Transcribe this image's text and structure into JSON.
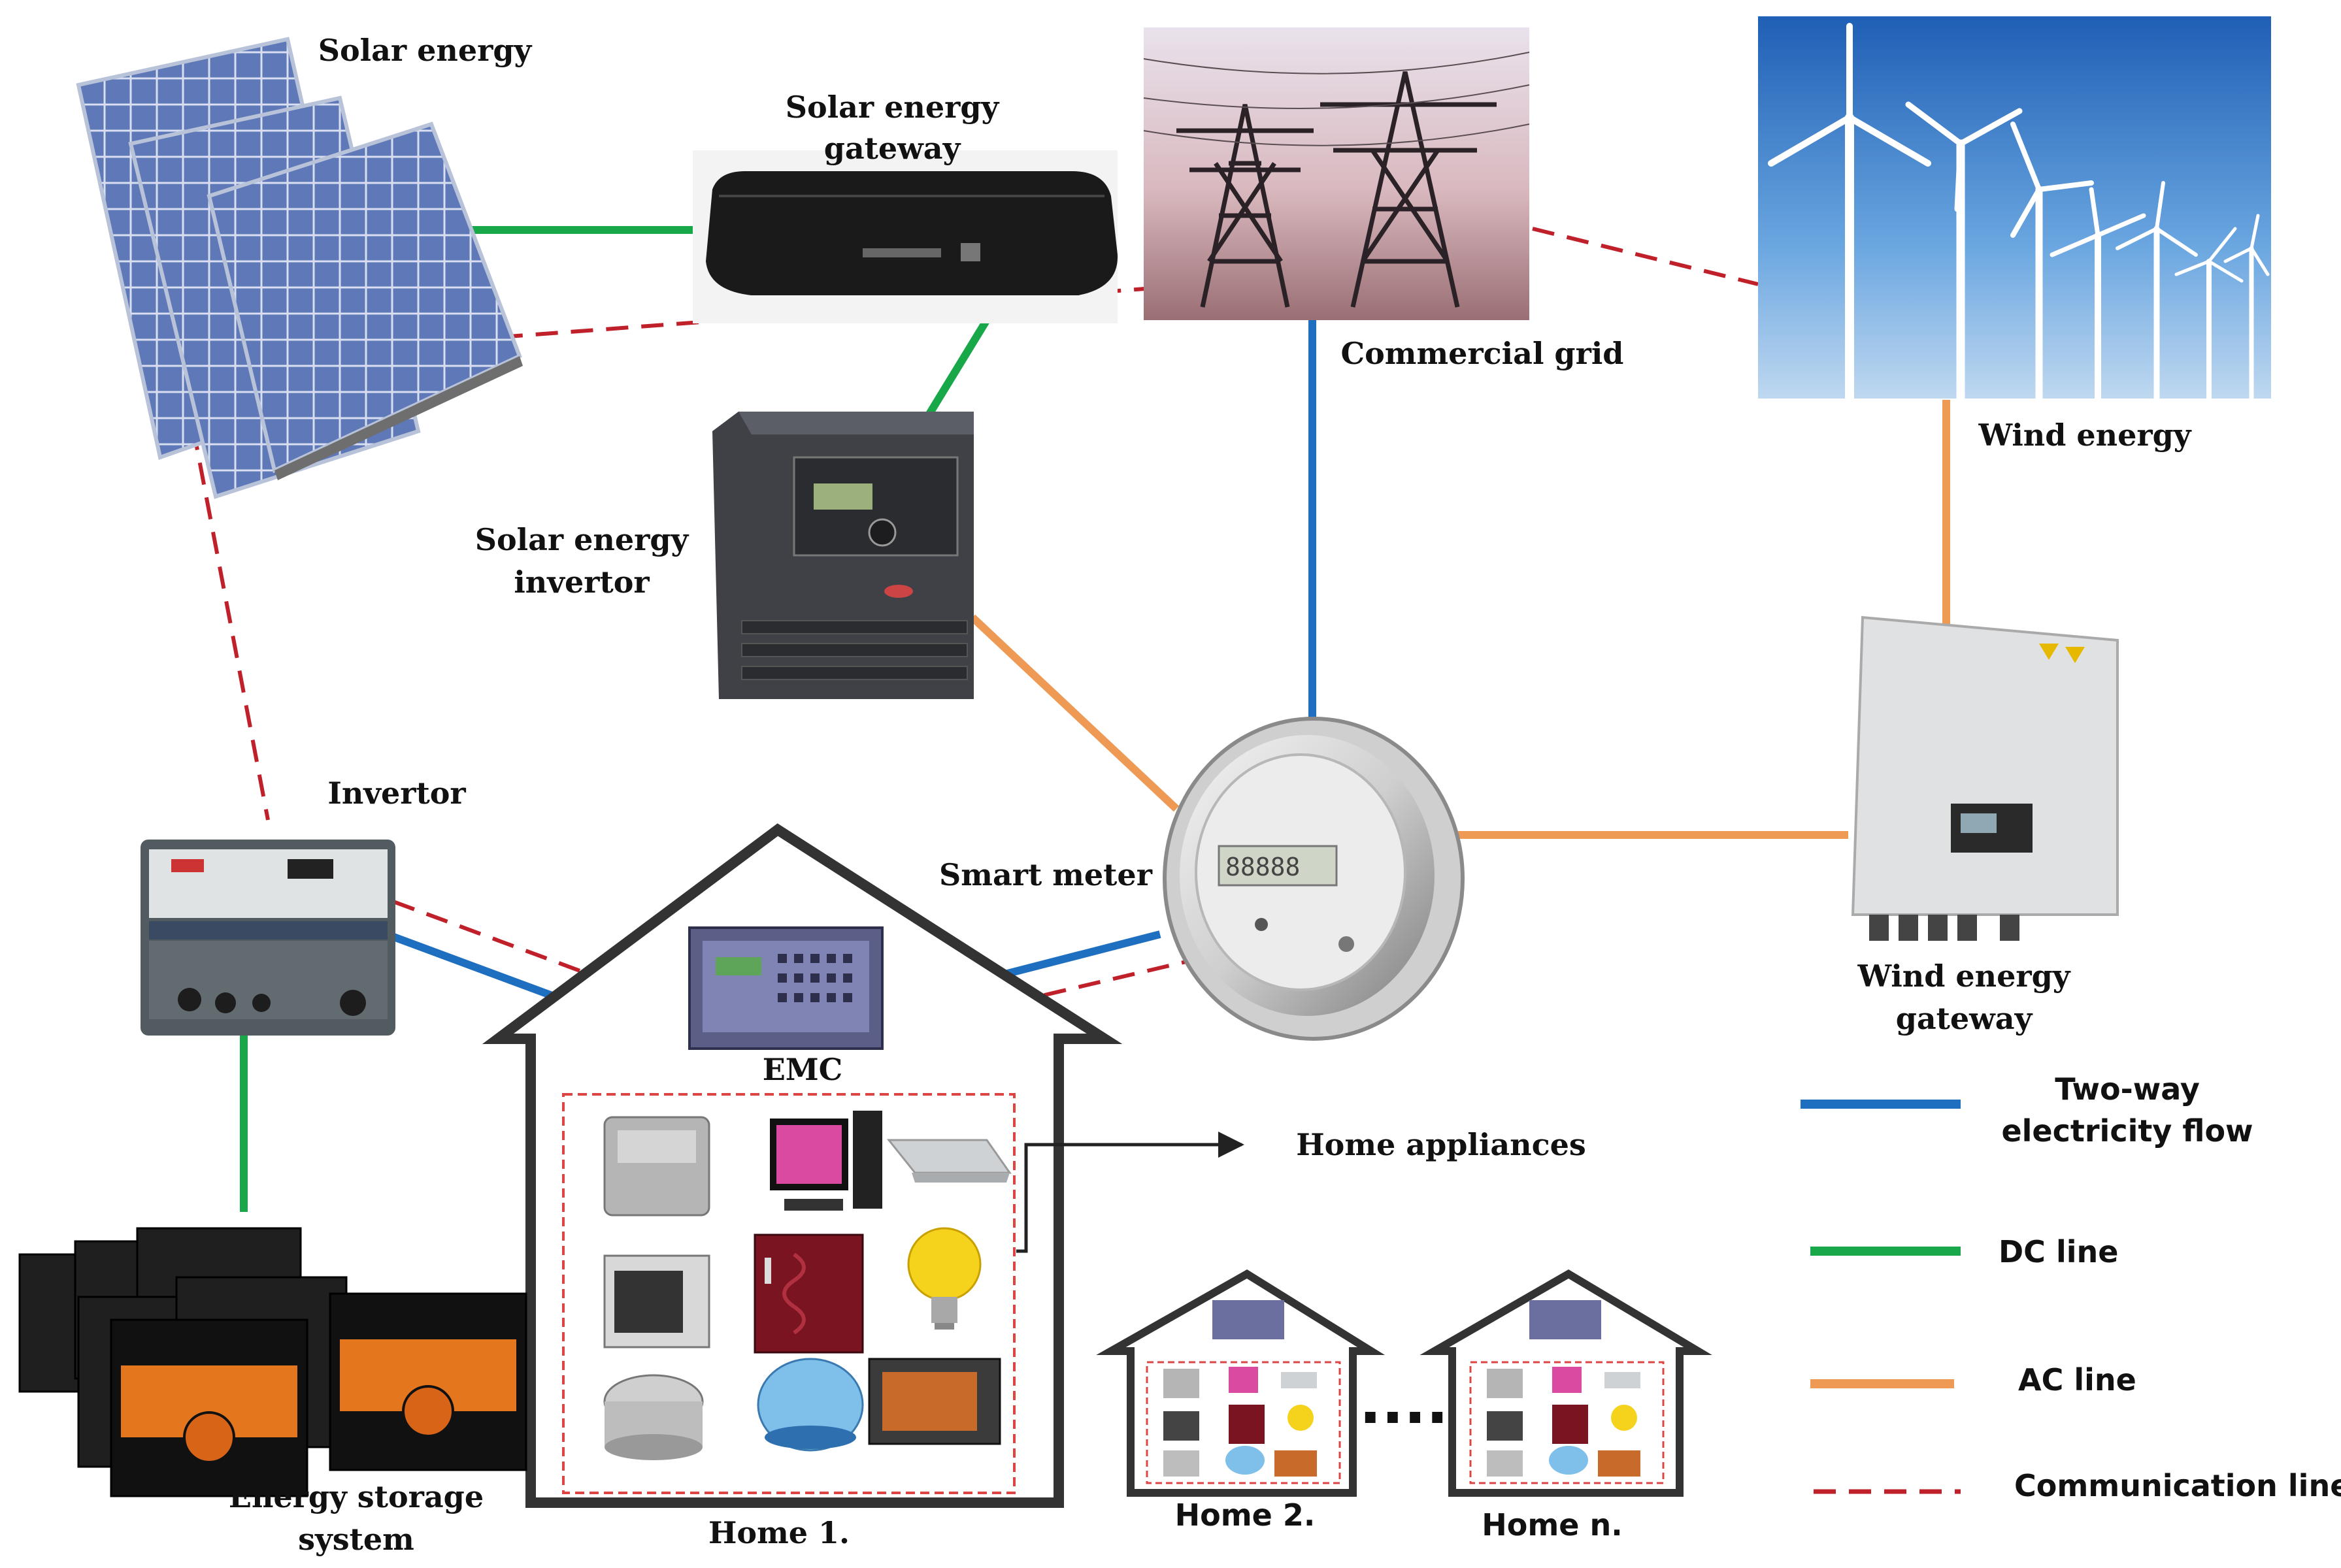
{
  "labels": {
    "solar_energy": "Solar energy",
    "solar_gateway_1": "Solar energy",
    "solar_gateway_2": "gateway",
    "commercial_grid": "Commercial grid",
    "wind_energy": "Wind energy",
    "solar_invertor_1": "Solar energy",
    "solar_invertor_2": "invertor",
    "invertor": "Invertor",
    "smart_meter": "Smart meter",
    "wind_gateway_1": "Wind energy",
    "wind_gateway_2": "gateway",
    "emc": "EMC",
    "home_appliances": "Home appliances",
    "storage_1": "Energy storage",
    "storage_2": "system",
    "home1": "Home 1.",
    "home2": "Home 2.",
    "homen": "Home n.",
    "dots": "...."
  },
  "legend": {
    "two_way_1": "Two-way",
    "two_way_2": "electricity flow",
    "dc": "DC line",
    "ac": "AC line",
    "comm": "Communication line"
  },
  "colors": {
    "two_way": "#1f6fc1",
    "dc": "#18a84a",
    "ac": "#ee9a55",
    "comm": "#c0202a",
    "house": "#333333"
  }
}
